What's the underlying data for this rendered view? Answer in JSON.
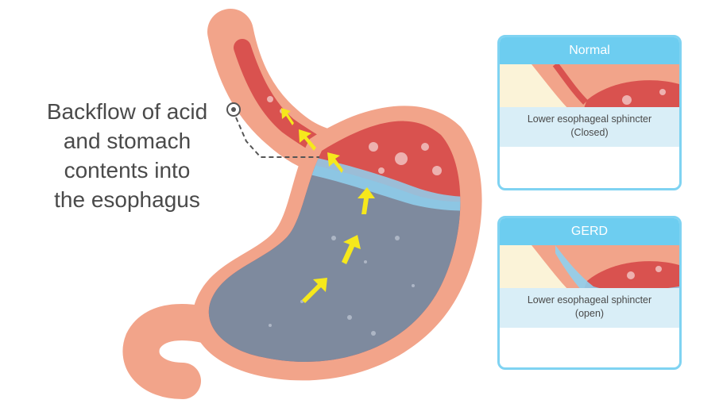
{
  "caption": {
    "lines": [
      "Backflow of acid",
      "and stomach",
      "contents into",
      "the esophagus"
    ]
  },
  "panels": {
    "normal": {
      "title": "Normal",
      "desc_line1": "Lower esophageal sphincter",
      "desc_line2": "(Closed)",
      "arrow_color": "#3fae3a"
    },
    "gerd": {
      "title": "GERD",
      "desc_line1": "Lower esophageal sphincter",
      "desc_line2": "(open)",
      "arrow_color": "#e02b2b"
    }
  },
  "colors": {
    "stomach_wall": "#f2a48a",
    "stomach_inner": "#d9524f",
    "contents": "#7e8a9e",
    "acid": "#8fd0ee",
    "reflux_arrows": "#f6e81c",
    "panel_border": "#7fd3f2"
  }
}
